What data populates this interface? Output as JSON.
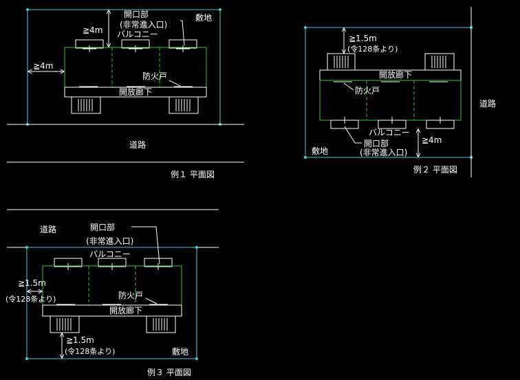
{
  "colors": {
    "background": "#000000",
    "site": "#3fd0d8",
    "building": "#3cc23c",
    "line": "#ffffff"
  },
  "example1": {
    "site_label": "敷地",
    "opening_label": "開口部",
    "opening_sub": "(非常進入口)",
    "balcony_label": "バルコニー",
    "dim_top": "≧4m",
    "dim_side": "≧4m",
    "firedoor_label": "防火戸",
    "corridor_label": "開放廊下",
    "road_label": "道路",
    "caption": "例１ 平面図"
  },
  "example2": {
    "dim_top": "≧1.5m",
    "dim_top_note": "(令128条より)",
    "corridor_label": "開放廊下",
    "firedoor_label": "防火戸",
    "balcony_label": "バルコニー",
    "opening_label": "開口部",
    "opening_sub": "(非常進入口)",
    "dim_bottom": "≧4m",
    "site_label": "敷地",
    "road_label": "道路",
    "caption": "例２ 平面図"
  },
  "example3": {
    "road_label": "道路",
    "opening_label": "開口部",
    "opening_sub": "(非常進入口)",
    "balcony_label": "バルコニー",
    "dim_side": "≧1.5m",
    "dim_side_note": "(令128条より)",
    "firedoor_label": "防火戸",
    "corridor_label": "開放廊下",
    "dim_bottom": "≧1.5m",
    "dim_bottom_note": "(令128条より)",
    "site_label": "敷地",
    "caption": "例３ 平面図"
  }
}
